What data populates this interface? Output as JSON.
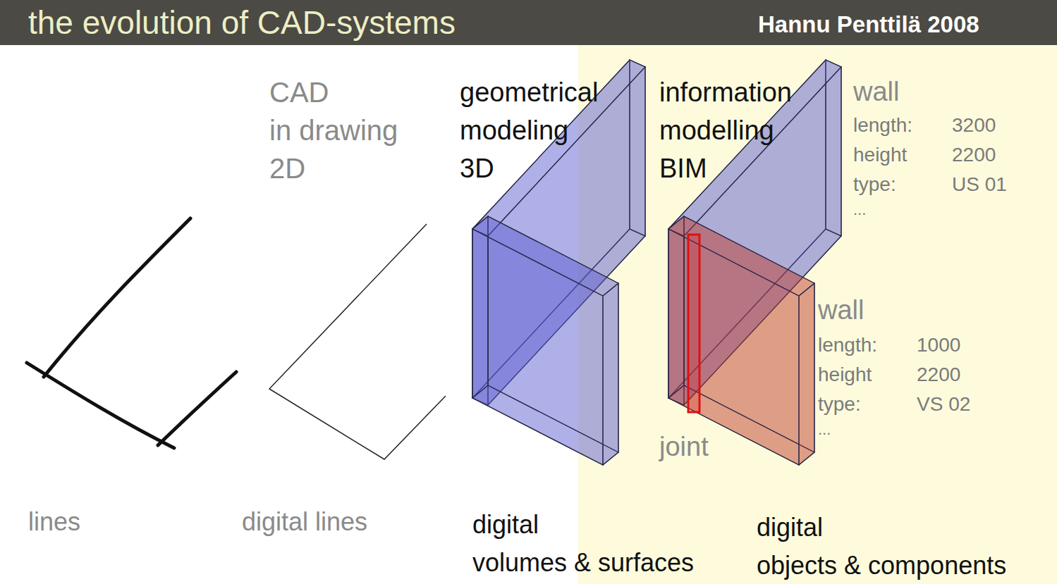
{
  "diagram": {
    "title": "the evolution of CAD-systems",
    "labels": [
      "Hannu Penttilä 2008",
      "CAD in drawing 2D",
      "geometrical modeling 3D",
      "information modelling BIM",
      "wall",
      "length:",
      "3200",
      "height",
      "2200",
      "type:",
      "US 01",
      "...",
      "wall",
      "length:",
      "1000",
      "height",
      "2200",
      "type:",
      "VS 02",
      "...",
      "joint",
      "lines",
      "digital lines",
      "digital volumes & surfaces",
      "digital objects & components"
    ]
  }
}
